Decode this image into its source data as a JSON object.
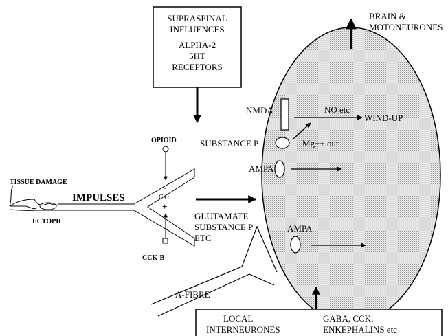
{
  "supraspinal_box": {
    "line1": "SUPRASPINAL",
    "line2": "INFLUENCES",
    "line3": "ALPHA-2",
    "line4": "5HT",
    "line5": "RECEPTORS"
  },
  "brain_label": {
    "line1": "BRAIN &",
    "line2": "MOTONEURONES"
  },
  "receptor_labels": {
    "nmda": "NMDA",
    "no_etc": "NO etc",
    "wind_up": "WIND-UP",
    "substance_p": "SUBSTANCE P",
    "mg_out": "Mg++ out",
    "ampa_upper": "AMPA",
    "ampa_lower": "AMPA"
  },
  "primary_afferent": {
    "tissue_damage": "TISSUE DAMAGE",
    "impulses": "IMPULSES",
    "ectopic": "ECTOPIC",
    "opioid": "OPIOID",
    "ca": "Ca++",
    "minus_sign": "-",
    "plus_sign": "+",
    "cck_b": "CCK-B"
  },
  "transmitters": {
    "line1": "GLUTAMATE",
    "line2": "SUBSTANCE P",
    "line3": "ETC"
  },
  "a_fibre": "A-FIBRE",
  "local_box": {
    "left_line1": "LOCAL",
    "left_line2": "INTERNEURONES",
    "right_line1": "GABA, CCK,",
    "right_line2": "ENKEPHALINS etc"
  }
}
